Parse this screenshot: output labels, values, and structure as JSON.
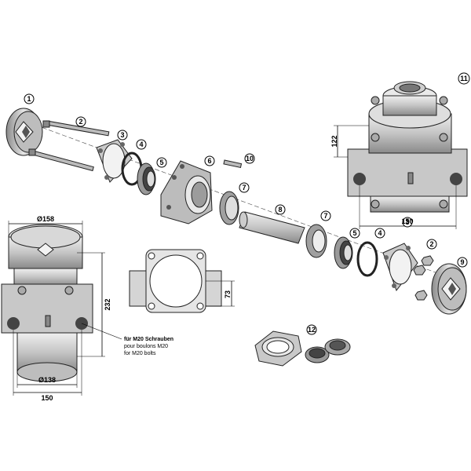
{
  "part_numbers": [
    "1",
    "2",
    "3",
    "4",
    "5",
    "6",
    "7",
    "8",
    "10",
    "11",
    "5",
    "4",
    "3",
    "2",
    "9",
    "7",
    "12"
  ],
  "dimensions": {
    "top_right_height": "122",
    "top_right_width": "150",
    "left_top_diameter": "Ø158",
    "left_height": "232",
    "left_bottom_diameter": "Ø138",
    "left_width": "150",
    "flange_height": "73"
  },
  "bolt_note": {
    "de": "für M20 Schrauben",
    "fr": "pour boulons M20",
    "en": "for M20 bolts"
  },
  "colors": {
    "metal_light": "#d8d8d8",
    "metal_mid": "#a9a9a9",
    "metal_dark": "#555555",
    "line": "#222222"
  }
}
